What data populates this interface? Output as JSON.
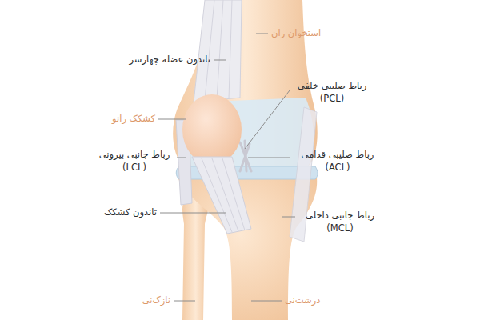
{
  "diagram": {
    "labels": [
      "استخوان ران",
      "تاندون عضله چهارسر",
      "رباط صلیبی خلفی (PCL)",
      "کشکک زانو",
      "رباط جانبی بیرونی (LCL)",
      "رباط صلیبی قدامی (ACL)",
      "تاندون کشکک",
      "رباط جانبی داخلی (MCL)",
      "نازک‌نی",
      "درشت‌نی"
    ]
  }
}
